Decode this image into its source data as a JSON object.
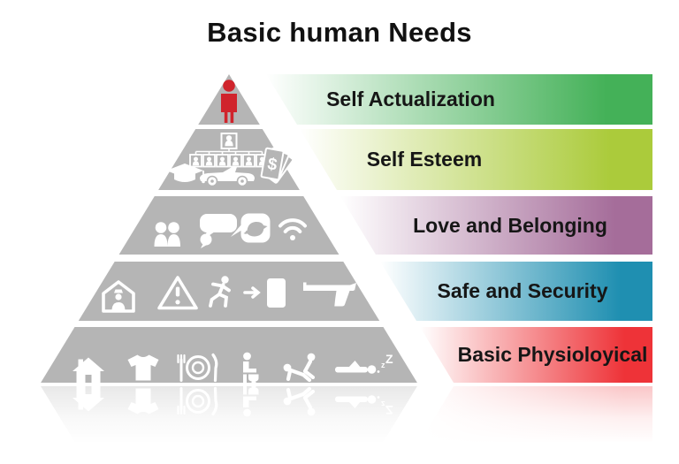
{
  "title": "Basic human Needs",
  "pyramid": {
    "color": "#b5b5b5",
    "icon_color": "#ffffff",
    "person_color": "#d0242c",
    "levels": [
      {
        "label": "Self Actualization",
        "color": "#44b158",
        "icons": [
          "person-icon"
        ]
      },
      {
        "label": "Self Esteem",
        "color": "#abcb3b",
        "icons": [
          "org-chart-icon",
          "graduation-cap-icon",
          "convertible-car-icon",
          "money-icon"
        ]
      },
      {
        "label": "Love and Belonging",
        "color": "#a56d9a",
        "icons": [
          "couple-icon",
          "chat-bubbles-icon",
          "bird-app-icon",
          "wifi-icon"
        ]
      },
      {
        "label": "Safe and Security",
        "color": "#1f8fb1",
        "icons": [
          "police-house-icon",
          "warning-triangle-icon",
          "emergency-exit-icon",
          "gun-icon"
        ]
      },
      {
        "label": "Basic Physioloyical",
        "color": "#ee3338",
        "icons": [
          "house-icon",
          "t-shirt-icon",
          "meal-icon",
          "toilet-icon",
          "intimacy-icon",
          "sleep-icon"
        ]
      }
    ]
  },
  "glyphs": {
    "dollar": "$",
    "sleep_small_z": "z",
    "sleep_big_z": "Z"
  }
}
